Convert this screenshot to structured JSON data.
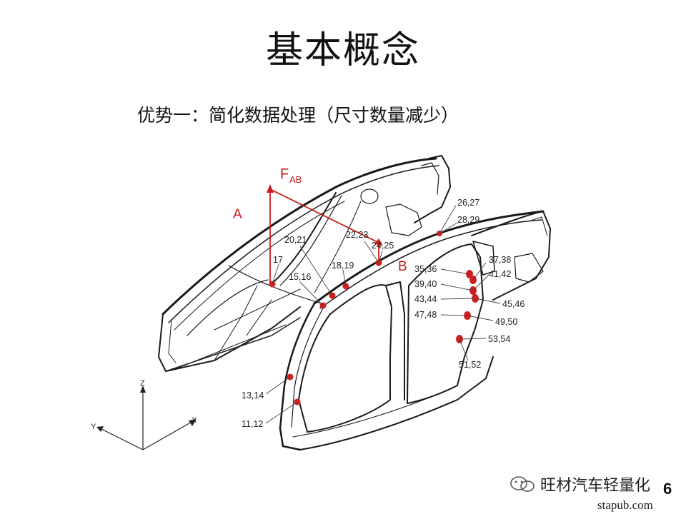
{
  "slide": {
    "title": "基本概念",
    "subtitle": "优势一：简化数据处理（尺寸数量减少）",
    "page_number": "6"
  },
  "diagram": {
    "force_label_main": "F",
    "force_label_sub": "AB",
    "point_a": "A",
    "point_b": "B",
    "axes": {
      "z": "Z",
      "x": "X",
      "y": "Y"
    },
    "callouts": [
      {
        "id": "c17",
        "text": "17"
      },
      {
        "id": "c20",
        "text": "20,21"
      },
      {
        "id": "c15",
        "text": "15,16"
      },
      {
        "id": "c18",
        "text": "18,19"
      },
      {
        "id": "c22",
        "text": "22,23"
      },
      {
        "id": "c24",
        "text": "24,25"
      },
      {
        "id": "c26",
        "text": "26,27"
      },
      {
        "id": "c28",
        "text": "28,29"
      },
      {
        "id": "c35",
        "text": "35,36"
      },
      {
        "id": "c37",
        "text": "37,38"
      },
      {
        "id": "c41",
        "text": "41,42"
      },
      {
        "id": "c39",
        "text": "39,40"
      },
      {
        "id": "c43",
        "text": "43,44"
      },
      {
        "id": "c45",
        "text": "45,46"
      },
      {
        "id": "c47",
        "text": "47,48"
      },
      {
        "id": "c49",
        "text": "49,50"
      },
      {
        "id": "c53",
        "text": "53,54"
      },
      {
        "id": "c51",
        "text": "51,52"
      },
      {
        "id": "c13",
        "text": "13,14"
      },
      {
        "id": "c11",
        "text": "11,12"
      }
    ],
    "colors": {
      "accent": "#c81e1e",
      "line": "#1a1a1a"
    }
  },
  "watermark": {
    "brand": "旺材汽车轻量化",
    "site": "stapub.com"
  }
}
